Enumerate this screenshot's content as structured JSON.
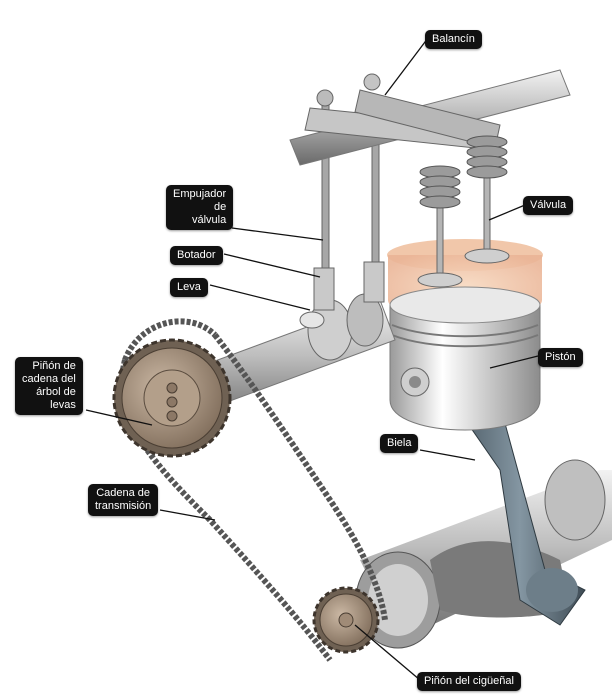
{
  "labels": {
    "rocker": "Balancín",
    "pushrod": "Empujador\nde\nválvula",
    "valve": "Válvula",
    "lifter": "Botador",
    "cam": "Leva",
    "piston": "Pistón",
    "cam_sprocket": "Piñón de\ncadena del\nárbol de\nlevas",
    "rod": "Biela",
    "chain": "Cadena de\ntransmisión",
    "crank_sprocket": "Piñón del cigüeñal"
  },
  "colors": {
    "label_bg": "#111111",
    "label_text": "#ffffff",
    "metal_light": "#d9d9d9",
    "metal_dark": "#6b6b6b",
    "sprocket": "#a08b77",
    "rod": "#5e6f7a",
    "cylinder_glow": "#f3c7a6"
  }
}
